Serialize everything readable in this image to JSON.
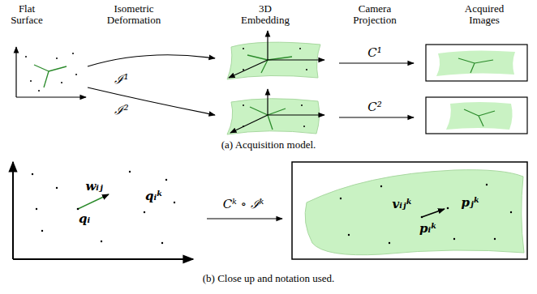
{
  "diagram": {
    "labels": [
      "Flat Surface",
      "Isometric Deformation",
      "3D Embedding",
      "Camera Projection",
      "Acquired Images",
      "ℐ¹",
      "ℐ²",
      "C¹",
      "C²",
      "(a) Acquisition model.",
      "wᵢⱼ",
      "qᵢᵏ",
      "qᵢ",
      "Cᵏ ∘ ℐᵏ",
      "vᵢⱼᵏ",
      "pⱼᵏ",
      "pᵢᵏ",
      "(b) Close up and notation used."
    ]
  }
}
